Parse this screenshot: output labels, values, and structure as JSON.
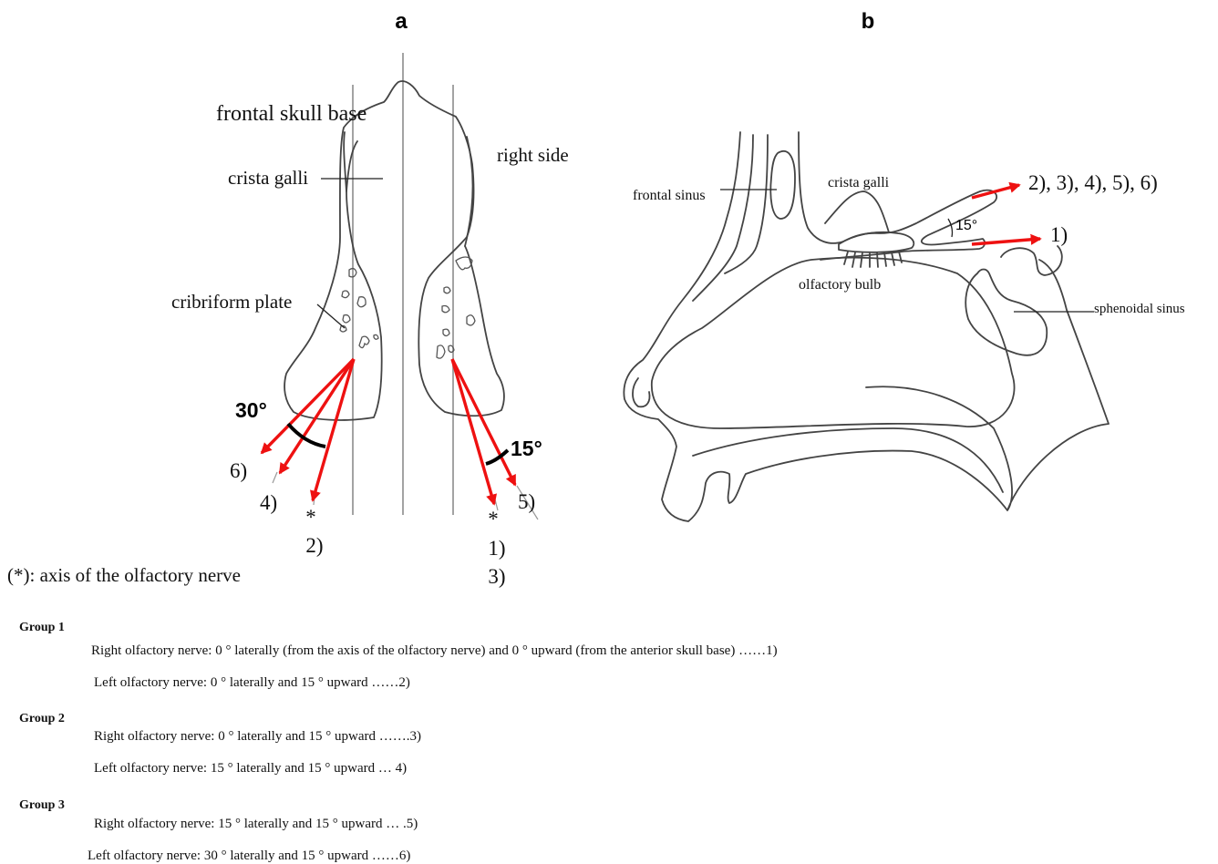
{
  "panel_a": {
    "label": "a",
    "frontal_skull_base": "frontal skull base",
    "right_side": "right side",
    "crista_galli": "crista galli",
    "cribriform_plate": "cribriform plate",
    "angle_left": "30°",
    "angle_right": "15°",
    "lbl_6": "6)",
    "lbl_4": "4)",
    "star_left": "*",
    "lbl_2": "2)",
    "star_right": "*",
    "lbl_1": "1)",
    "lbl_3": "3)",
    "lbl_5": "5)",
    "axis_note": "(*): axis of the olfactory nerve"
  },
  "panel_b": {
    "label": "b",
    "frontal_sinus": "frontal sinus",
    "crista_galli": "crista galli",
    "olfactory_bulb": "olfactory bulb",
    "sphenoidal_sinus": "sphenoidal sinus",
    "angle": "15°",
    "upper_targets": "2), 3), 4), 5), 6)",
    "lower_target": "1)"
  },
  "groups": [
    {
      "title": "Group 1",
      "lines": [
        "Right olfactory nerve: 0 ° laterally (from the axis of the olfactory nerve) and 0 ° upward (from the anterior skull base) ……1)",
        "Left olfactory nerve:   0 ° laterally and 15 ° upward ……2)"
      ]
    },
    {
      "title": "Group 2",
      "lines": [
        "Right olfactory nerve: 0 ° laterally and 15 ° upward …….3)",
        "Left olfactory nerve:   15 ° laterally and 15 ° upward …  4)"
      ]
    },
    {
      "title": "Group 3",
      "lines": [
        "Right olfactory nerve: 15 ° laterally and 15 ° upward … .5)",
        "Left olfactory nerve:   30 ° laterally and 15 ° upward ……6)"
      ]
    }
  ],
  "colors": {
    "arrow": "#ee1111",
    "outline": "#444444",
    "axis": "#999999"
  }
}
